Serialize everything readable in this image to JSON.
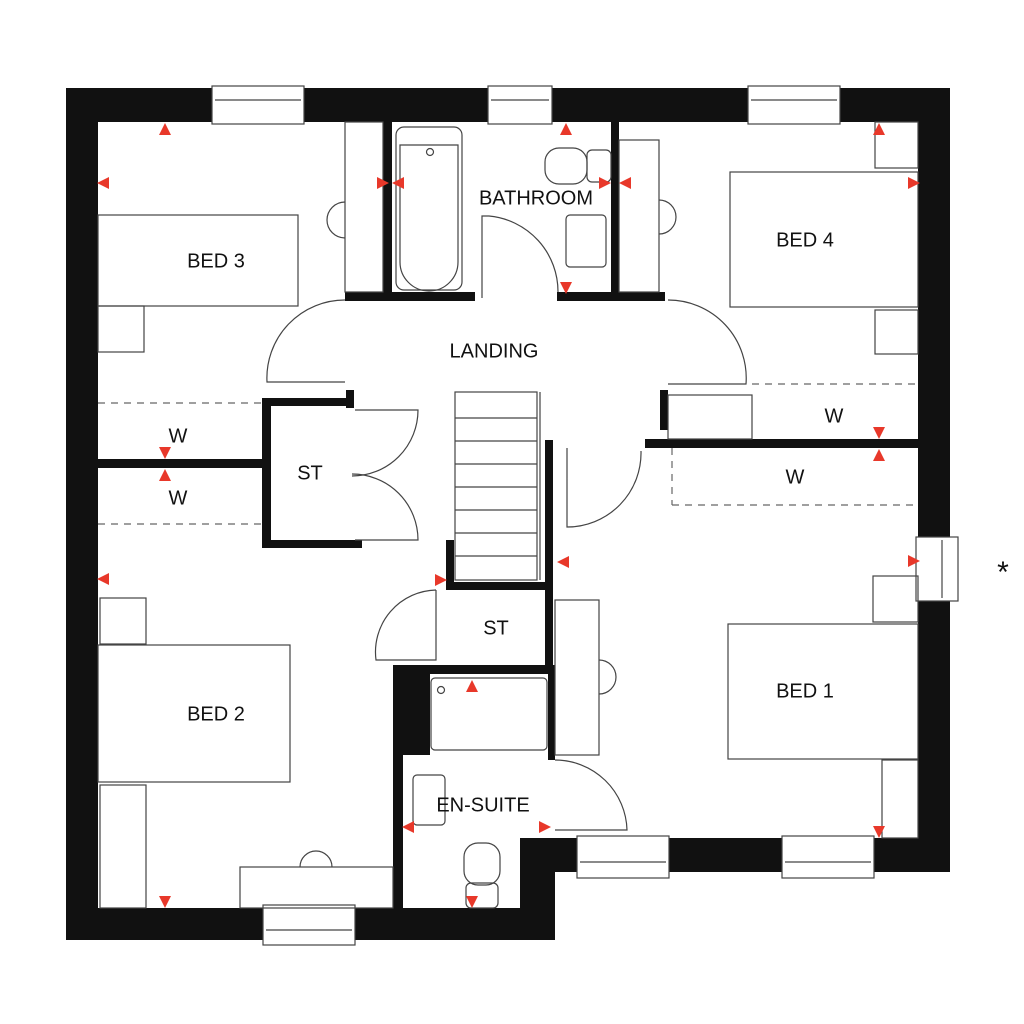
{
  "plan": {
    "rooms": {
      "bed1": "BED 1",
      "bed2": "BED 2",
      "bed3": "BED 3",
      "bed4": "BED 4",
      "bathroom": "BATHROOM",
      "landing": "LANDING",
      "en_suite": "EN-SUITE",
      "store_upper": "ST",
      "store_lower": "ST",
      "wardrobe_bed3": "W",
      "wardrobe_bed2": "W",
      "wardrobe_bed4": "W",
      "wardrobe_bed1": "W"
    },
    "note_marker": "*",
    "colors": {
      "wall": "#111111",
      "marker": "#e8382a",
      "line": "#444444"
    },
    "icons": {
      "marker": "red-triangle-dimension-marker",
      "door": "door-swing-arc",
      "window": "window"
    }
  }
}
